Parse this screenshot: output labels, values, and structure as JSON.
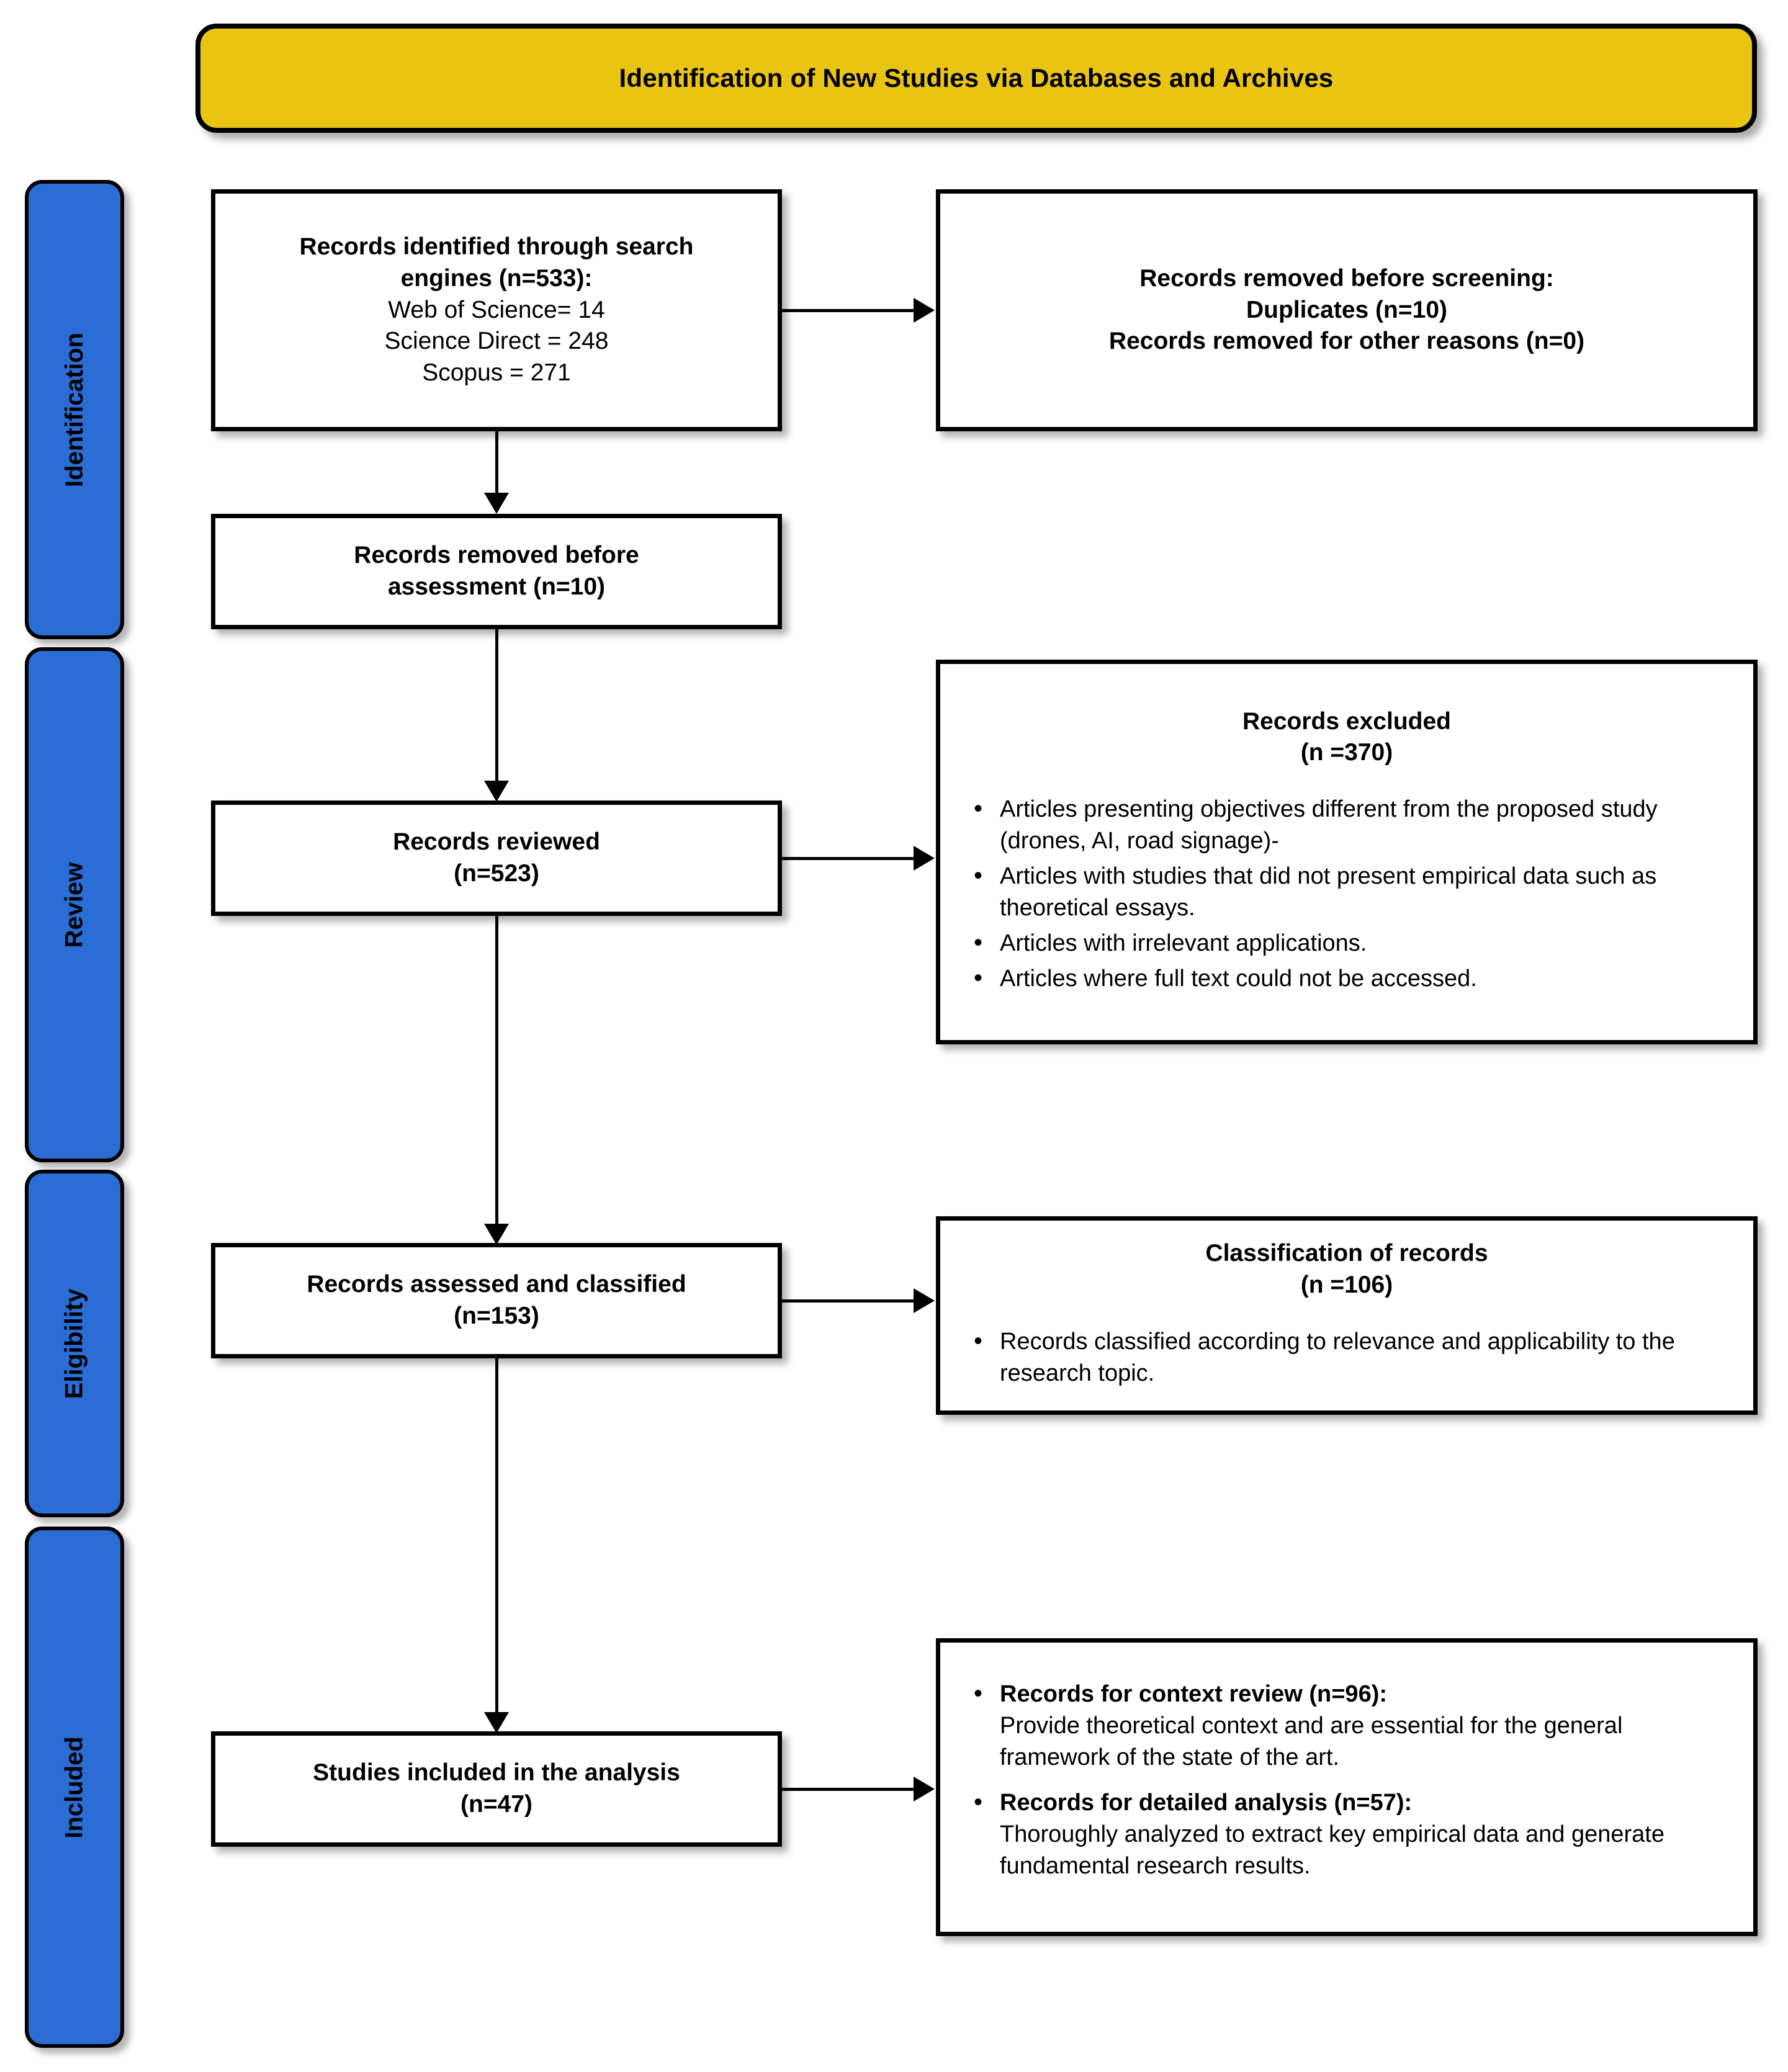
{
  "banner": {
    "title": "Identification of New Studies via Databases and Archives"
  },
  "phases": [
    {
      "label": "Identification"
    },
    {
      "label": "Review"
    },
    {
      "label": "Eligibility"
    },
    {
      "label": "Included"
    }
  ],
  "boxes": {
    "identified": {
      "line1": "Records identified through search",
      "line2": "engines (n=533):",
      "line3": "Web of Science= 14",
      "line4": "Science Direct = 248",
      "line5": "Scopus = 271"
    },
    "removed_before_screening": {
      "line1": "Records removed before screening:",
      "line2": "Duplicates (n=10)",
      "line3": "Records removed for other reasons (n=0)"
    },
    "removed_before_assessment": {
      "line1": "Records removed before",
      "line2": "assessment (n=10)"
    },
    "records_reviewed": {
      "line1": "Records reviewed",
      "line2": "(n=523)"
    },
    "records_excluded": {
      "heading1": "Records excluded",
      "heading2": "(n =370)",
      "bullets": [
        "Articles presenting objectives different from the proposed study (drones, AI, road signage)-",
        "Articles with studies that did not present empirical data such as theoretical essays.",
        "Articles with irrelevant applications.",
        "Articles where full text could not be accessed."
      ]
    },
    "assessed_classified": {
      "line1": "Records assessed and classified",
      "line2": "(n=153)"
    },
    "classification_of_records": {
      "heading1": "Classification of records",
      "heading2": "(n =106)",
      "bullets": [
        "Records classified according to relevance and applicability to the research topic."
      ]
    },
    "studies_included": {
      "line1": "Studies included in the analysis",
      "line2": "(n=47)"
    },
    "included_detail": {
      "bullets": [
        {
          "head": "Records for context review (n=96):",
          "body": "Provide theoretical context and are essential for the general framework of the state of the art."
        },
        {
          "head": "Records for detailed analysis (n=57):",
          "body": "Thoroughly analyzed to extract key empirical data and generate fundamental research results."
        }
      ]
    }
  },
  "colors": {
    "banner_fill": "#EAC412",
    "phase_fill": "#2A6DD4",
    "box_fill": "#FFFFFF",
    "stroke": "#000000"
  }
}
